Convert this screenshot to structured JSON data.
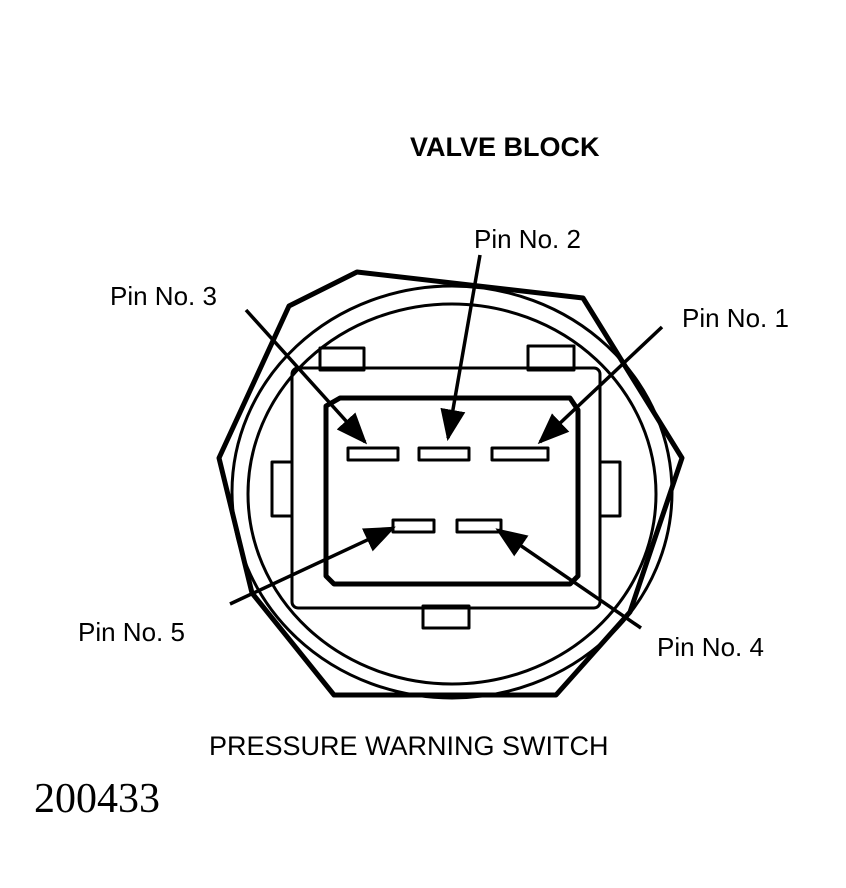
{
  "title": "VALVE BLOCK",
  "pins": {
    "pin1": "Pin No. 1",
    "pin2": "Pin No. 2",
    "pin3": "Pin No. 3",
    "pin4": "Pin No. 4",
    "pin5": "Pin No. 5"
  },
  "caption": "PRESSURE WARNING SWITCH",
  "figure_number": "200433",
  "colors": {
    "ink": "#000000",
    "paper": "#ffffff"
  }
}
